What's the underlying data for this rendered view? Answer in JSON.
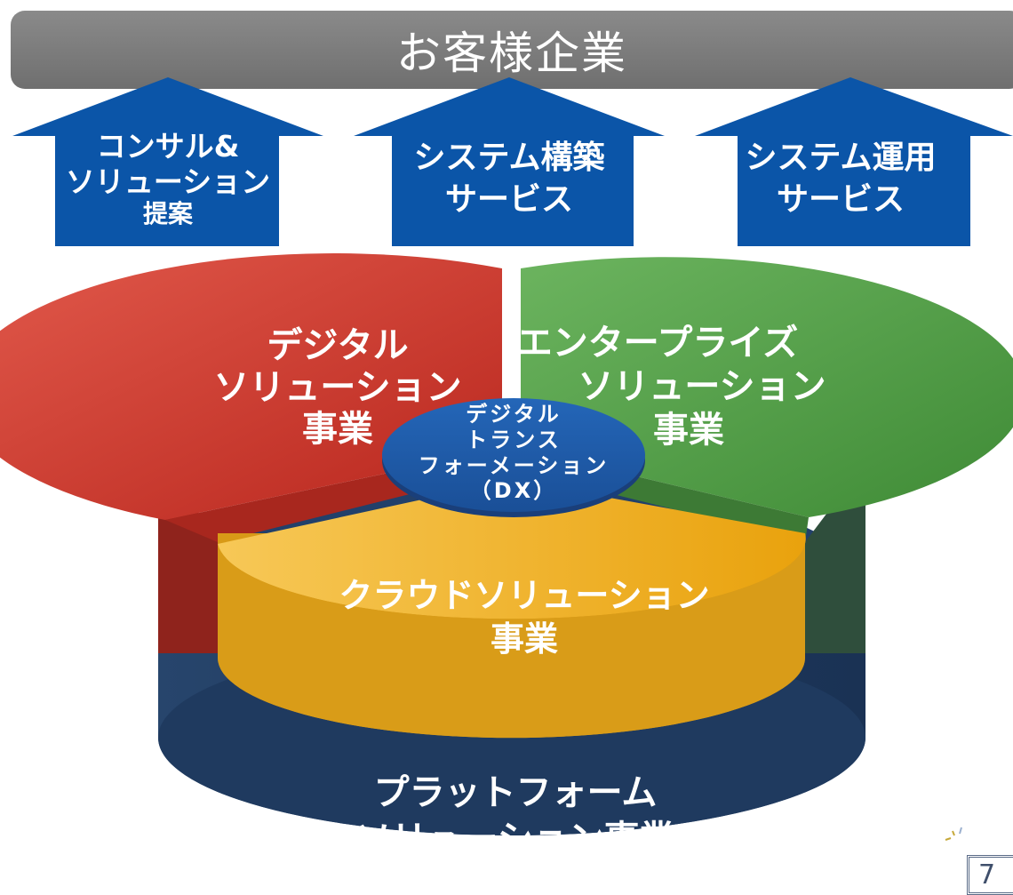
{
  "banner": {
    "title": "お客様企業"
  },
  "arrows": [
    {
      "lines": [
        "コンサル&",
        "ソリューション",
        "提案"
      ]
    },
    {
      "lines": [
        "システム構築",
        "サービス"
      ]
    },
    {
      "lines": [
        "システム運用",
        "サービス"
      ]
    }
  ],
  "segments": {
    "digital": {
      "lines": [
        "デジタル",
        "ソリューション",
        "事業"
      ],
      "color": "#c9362c"
    },
    "enterprise": {
      "lines": [
        "エンタープライズ",
        "ソリューション",
        "事業"
      ],
      "color": "#4d9e43"
    },
    "cloud": {
      "lines": [
        "クラウドソリューション",
        "事業"
      ],
      "color": "#e6a81c"
    },
    "platform": {
      "lines": [
        "プラットフォーム",
        "ソリューション事業"
      ],
      "color": "#1f3a5f"
    }
  },
  "center": {
    "lines": [
      "デジタル",
      "トランス",
      "フォーメーション",
      "（DX）"
    ],
    "color": "#1d58a8"
  },
  "colors": {
    "arrow": "#0b55a8",
    "banner": "#7d7d7d"
  },
  "page": {
    "number": "7"
  }
}
